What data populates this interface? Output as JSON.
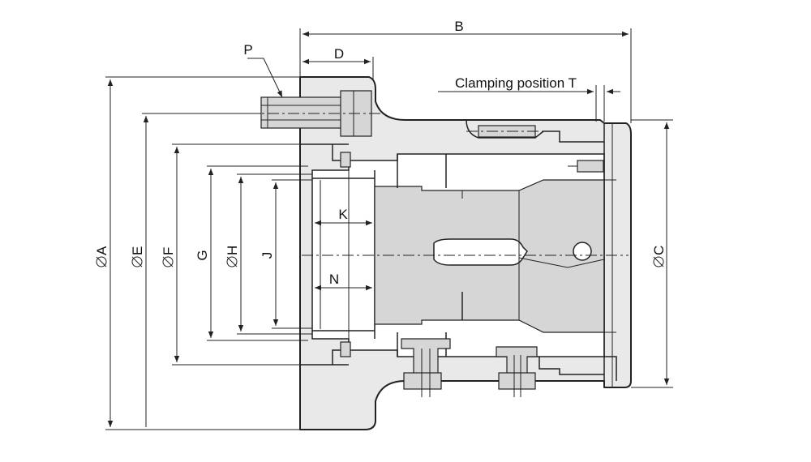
{
  "labels": {
    "A": "A",
    "B": "B",
    "C": "C",
    "D": "D",
    "E": "E",
    "F": "F",
    "G": "G",
    "H": "H",
    "J": "J",
    "K": "K",
    "N": "N",
    "P": "P",
    "T": "Clamping position T"
  }
}
